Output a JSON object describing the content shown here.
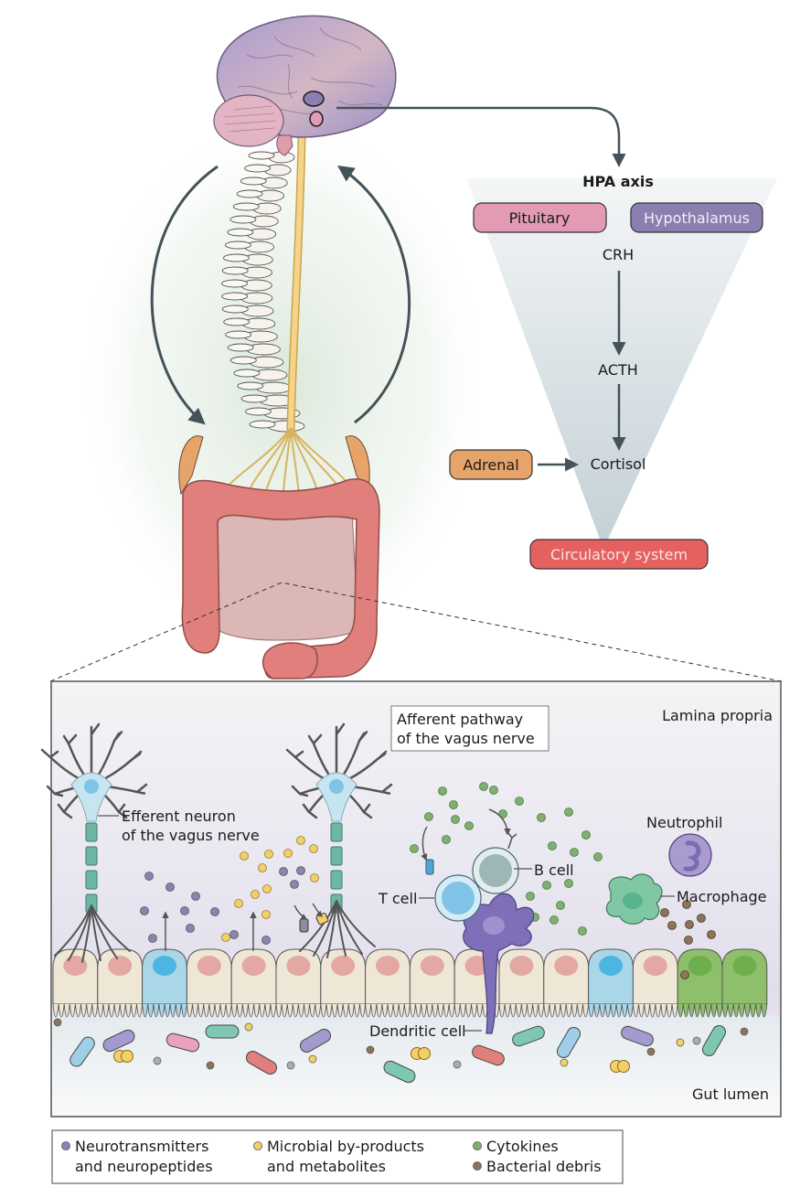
{
  "hpa": {
    "title": "HPA axis",
    "pituitary": {
      "label": "Pituitary",
      "color": "#e39ab5"
    },
    "hypothalamus": {
      "label": "Hypothalamus",
      "color": "#8b7fb0"
    },
    "crh": "CRH",
    "acth": "ACTH",
    "cortisol": "Cortisol",
    "adrenal": {
      "label": "Adrenal",
      "color": "#e6a46b"
    },
    "circulatory": {
      "label": "Circulatory system",
      "color": "#e4615f"
    }
  },
  "inset": {
    "lamina_propria": "Lamina propria",
    "gut_lumen": "Gut lumen",
    "efferent_label": [
      "Efferent neuron",
      "of the vagus nerve"
    ],
    "afferent_label": [
      "Afferent pathway",
      "of the vagus nerve"
    ],
    "t_cell": "T cell",
    "b_cell": "B cell",
    "dendritic_cell": "Dendritic cell",
    "neutrophil": "Neutrophil",
    "macrophage": "Macrophage"
  },
  "legend": [
    {
      "label": [
        "Neurotransmitters",
        "and neuropeptides"
      ],
      "color": "#8a84b2"
    },
    {
      "label": [
        "Microbial by-products",
        "and metabolites"
      ],
      "color": "#f2cf6a"
    },
    {
      "label": [
        "Cytokines"
      ],
      "color": "#7fb071"
    },
    {
      "label": [
        "Bacterial debris"
      ],
      "color": "#8b7457"
    }
  ],
  "colors": {
    "arrow": "#44525a",
    "brain": "#b7a3c6",
    "spinal_cord": "#f5d48a",
    "colon": "#e07f7b",
    "epithelial": "#efe7d6",
    "epithelial_nucleus": "#e3a7a4",
    "enteroendocrine": "#a9d7e8",
    "enteroendocrine_nucleus": "#4cb6e0",
    "goblet": "#8ebf6b",
    "goblet_nucleus": "#6fae4c",
    "neuron": "#c7e4f1",
    "axon": "#6fb7a5"
  }
}
